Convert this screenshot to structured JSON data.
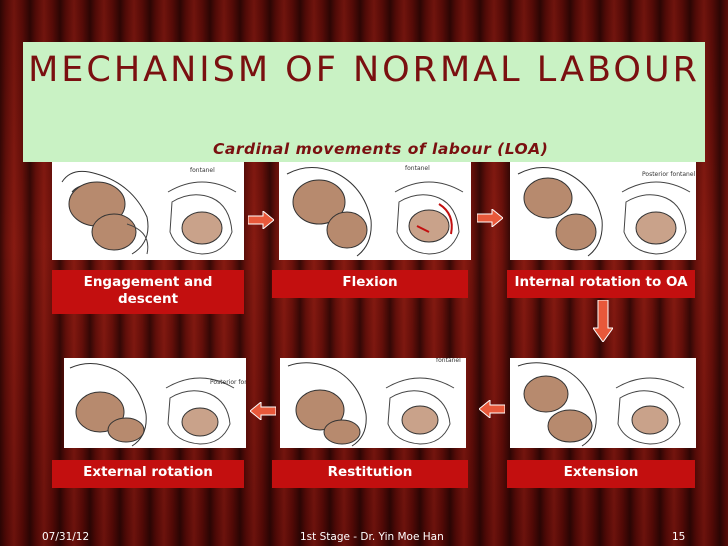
{
  "slide": {
    "title": "MECHANISM OF NORMAL LABOUR",
    "subtitle": "Cardinal movements of labour (LOA)"
  },
  "steps": [
    {
      "label": "Engagement and descent"
    },
    {
      "label": "Flexion"
    },
    {
      "label": "Internal rotation to OA"
    },
    {
      "label": "External rotation"
    },
    {
      "label": "Restitution"
    },
    {
      "label": "Extension"
    }
  ],
  "figure_labels": {
    "fontanel": "fontanel",
    "posterior_fontanel": "Posterior fontanel"
  },
  "footer": {
    "date": "07/31/12",
    "center": "1st Stage - Dr. Yin Moe Han",
    "page": "15"
  },
  "colors": {
    "title_box": "#c9f2c4",
    "title_text": "#7a1010",
    "label_bg": "#c30f0f",
    "arrow": "#e8583a"
  }
}
